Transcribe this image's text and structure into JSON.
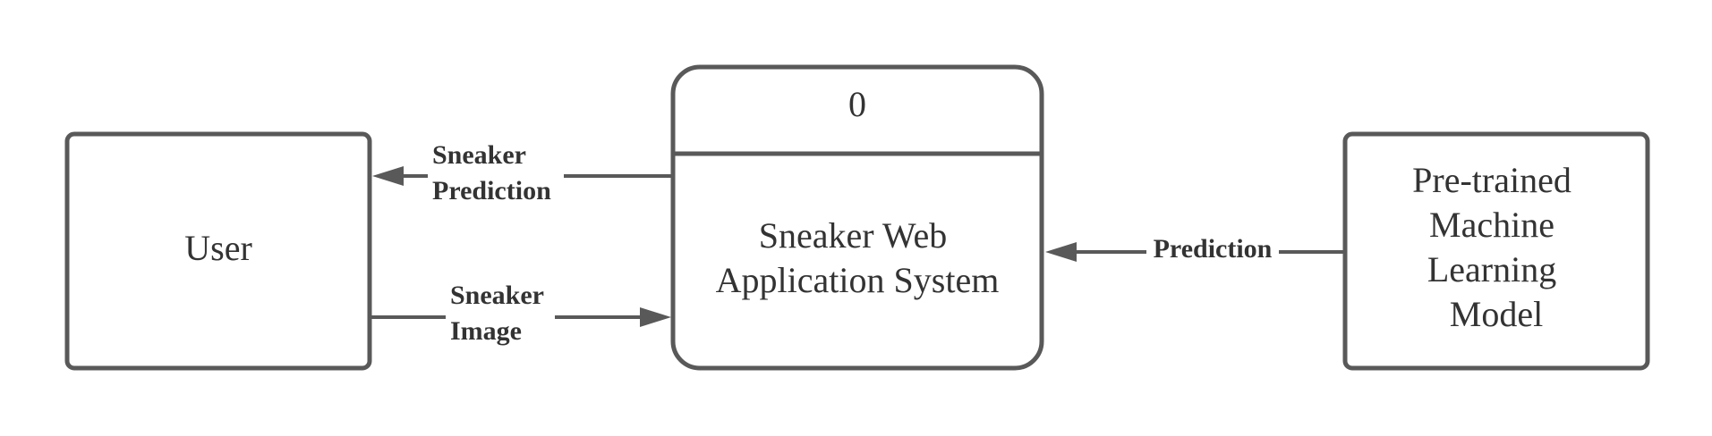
{
  "diagram": {
    "type": "data-flow-diagram",
    "entities": {
      "user": {
        "lines": [
          "User"
        ]
      },
      "process": {
        "id": "0",
        "lines": [
          "Sneaker Web",
          "Application System"
        ]
      },
      "model": {
        "lines": [
          "Pre-trained",
          "Machine",
          "Learning",
          "Model"
        ]
      }
    },
    "flows": {
      "sneaker_prediction": {
        "from": "Sneaker Web Application System",
        "to": "User",
        "lines": [
          "Sneaker",
          "Prediction"
        ]
      },
      "sneaker_image": {
        "from": "User",
        "to": "Sneaker Web Application System",
        "lines": [
          "Sneaker",
          "Image"
        ]
      },
      "prediction": {
        "from": "Pre-trained Machine Learning Model",
        "to": "Sneaker Web Application System",
        "lines": [
          "Prediction"
        ]
      }
    },
    "colors": {
      "stroke": "#595959",
      "text": "#333333",
      "background": "#ffffff"
    }
  }
}
